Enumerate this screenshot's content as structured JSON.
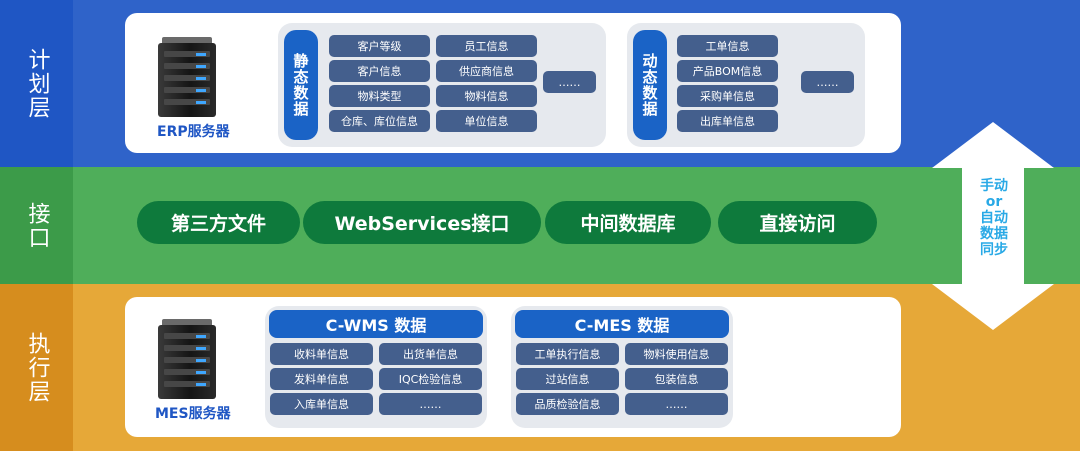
{
  "sections": {
    "plan": "计划层",
    "interface": "接口",
    "execution": "执行层"
  },
  "erp": {
    "server_label": "ERP服务器",
    "static_label": "静态数据",
    "static_items": [
      "客户等级",
      "员工信息",
      "客户信息",
      "供应商信息",
      "物料类型",
      "物料信息",
      "仓库、库位信息",
      "单位信息"
    ],
    "static_more": "……",
    "dynamic_label": "动态数据",
    "dynamic_items": [
      "工单信息",
      "产品BOM信息",
      "采购单信息",
      "出库单信息"
    ],
    "dynamic_more": "……"
  },
  "interface_methods": [
    "第三方文件",
    "WebServices接口",
    "中间数据库",
    "直接访问"
  ],
  "sync": {
    "text": [
      "手动",
      "or",
      "自动",
      "数据",
      "同步"
    ]
  },
  "mes": {
    "server_label": "MES服务器",
    "wms_title": "C-WMS 数据",
    "wms_items": [
      "收料单信息",
      "出货单信息",
      "发料单信息",
      "IQC检验信息",
      "入库单信息",
      "……"
    ],
    "cmes_title": "C-MES 数据",
    "cmes_items": [
      "工单执行信息",
      "物料使用信息",
      "过站信息",
      "包装信息",
      "品质检验信息",
      "……"
    ]
  },
  "colors": {
    "plan_band": "#2f63c9",
    "interface_band": "#4fae5a",
    "execution_band": "#e6a838",
    "accent_blue": "#1a63c6",
    "pill": "#445f8d",
    "interface_pill": "#0e7a3c",
    "sync_text": "#29a9e6"
  }
}
